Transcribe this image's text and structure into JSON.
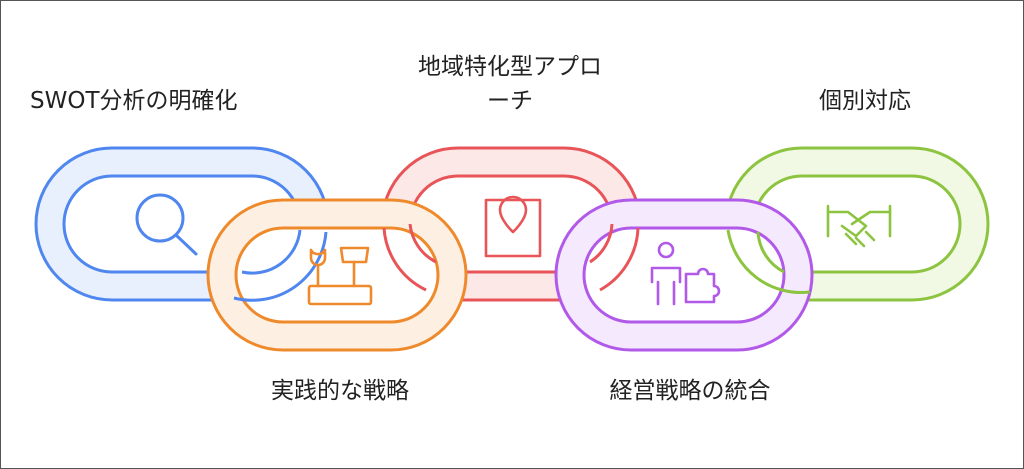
{
  "labels": {
    "top_left": "SWOT分析の明確化",
    "top_center_line1": "地域特化型アプロ",
    "top_center_line2": "ーチ",
    "top_right": "個別対応",
    "bottom_left": "実践的な戦略",
    "bottom_right": "経営戦略の統合"
  },
  "links": [
    {
      "name": "SWOT分析の明確化",
      "color": "#4f86f0",
      "fill": "#e8effd",
      "icon": "magnifier-icon"
    },
    {
      "name": "実践的な戦略",
      "color": "#ef8a2c",
      "fill": "#fdf0e3",
      "icon": "tools-icon"
    },
    {
      "name": "地域特化型アプローチ",
      "color": "#e85457",
      "fill": "#fde8e8",
      "icon": "map-pin-icon"
    },
    {
      "name": "経営戦略の統合",
      "color": "#b159e8",
      "fill": "#f5e9fd",
      "icon": "person-puzzle-icon"
    },
    {
      "name": "個別対応",
      "color": "#8cc43f",
      "fill": "#f1f8e4",
      "icon": "handshake-icon"
    }
  ]
}
